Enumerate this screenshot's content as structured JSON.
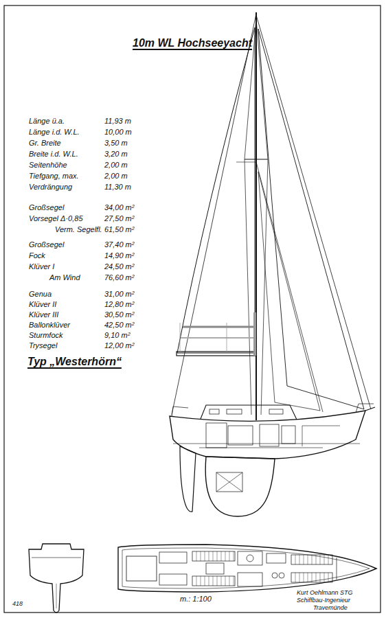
{
  "diagram": {
    "title": "10m WL Hochseeyacht",
    "labels": [
      "Länge ü.a.",
      "11,93 m",
      "Länge i.d. W.L.",
      "10,00 m",
      "Gr. Breite",
      "3,50 m",
      "Breite i.d. W.L.",
      "3,20 m",
      "Seitenhöhe",
      "2,00 m",
      "Tiefgang, max.",
      "2,00 m",
      "Verdrängung",
      "11,30 m",
      "Großsegel",
      "34,00 m²",
      "Vorsegel Δ·0,85",
      "27,50 m²",
      "Verm. Segelfl.",
      "61,50 m²",
      "Großsegel",
      "37,40 m²",
      "Fock",
      "14,90 m²",
      "Klüver I",
      "24,50 m²",
      "Am Wind",
      "76,60 m²",
      "Genua",
      "31,00 m²",
      "Klüver II",
      "12,80 m²",
      "Klüver III",
      "30,50 m²",
      "Ballonklüver",
      "42,50 m²",
      "Sturmfock",
      "9,10 m²",
      "Trysegel",
      "12,00 m²",
      "Typ „Westerhörn“",
      "m.: 1:100",
      "Kurt Oehlmann STG",
      "Schiffbau-Ingenieur",
      "Travemünde",
      "418"
    ]
  }
}
